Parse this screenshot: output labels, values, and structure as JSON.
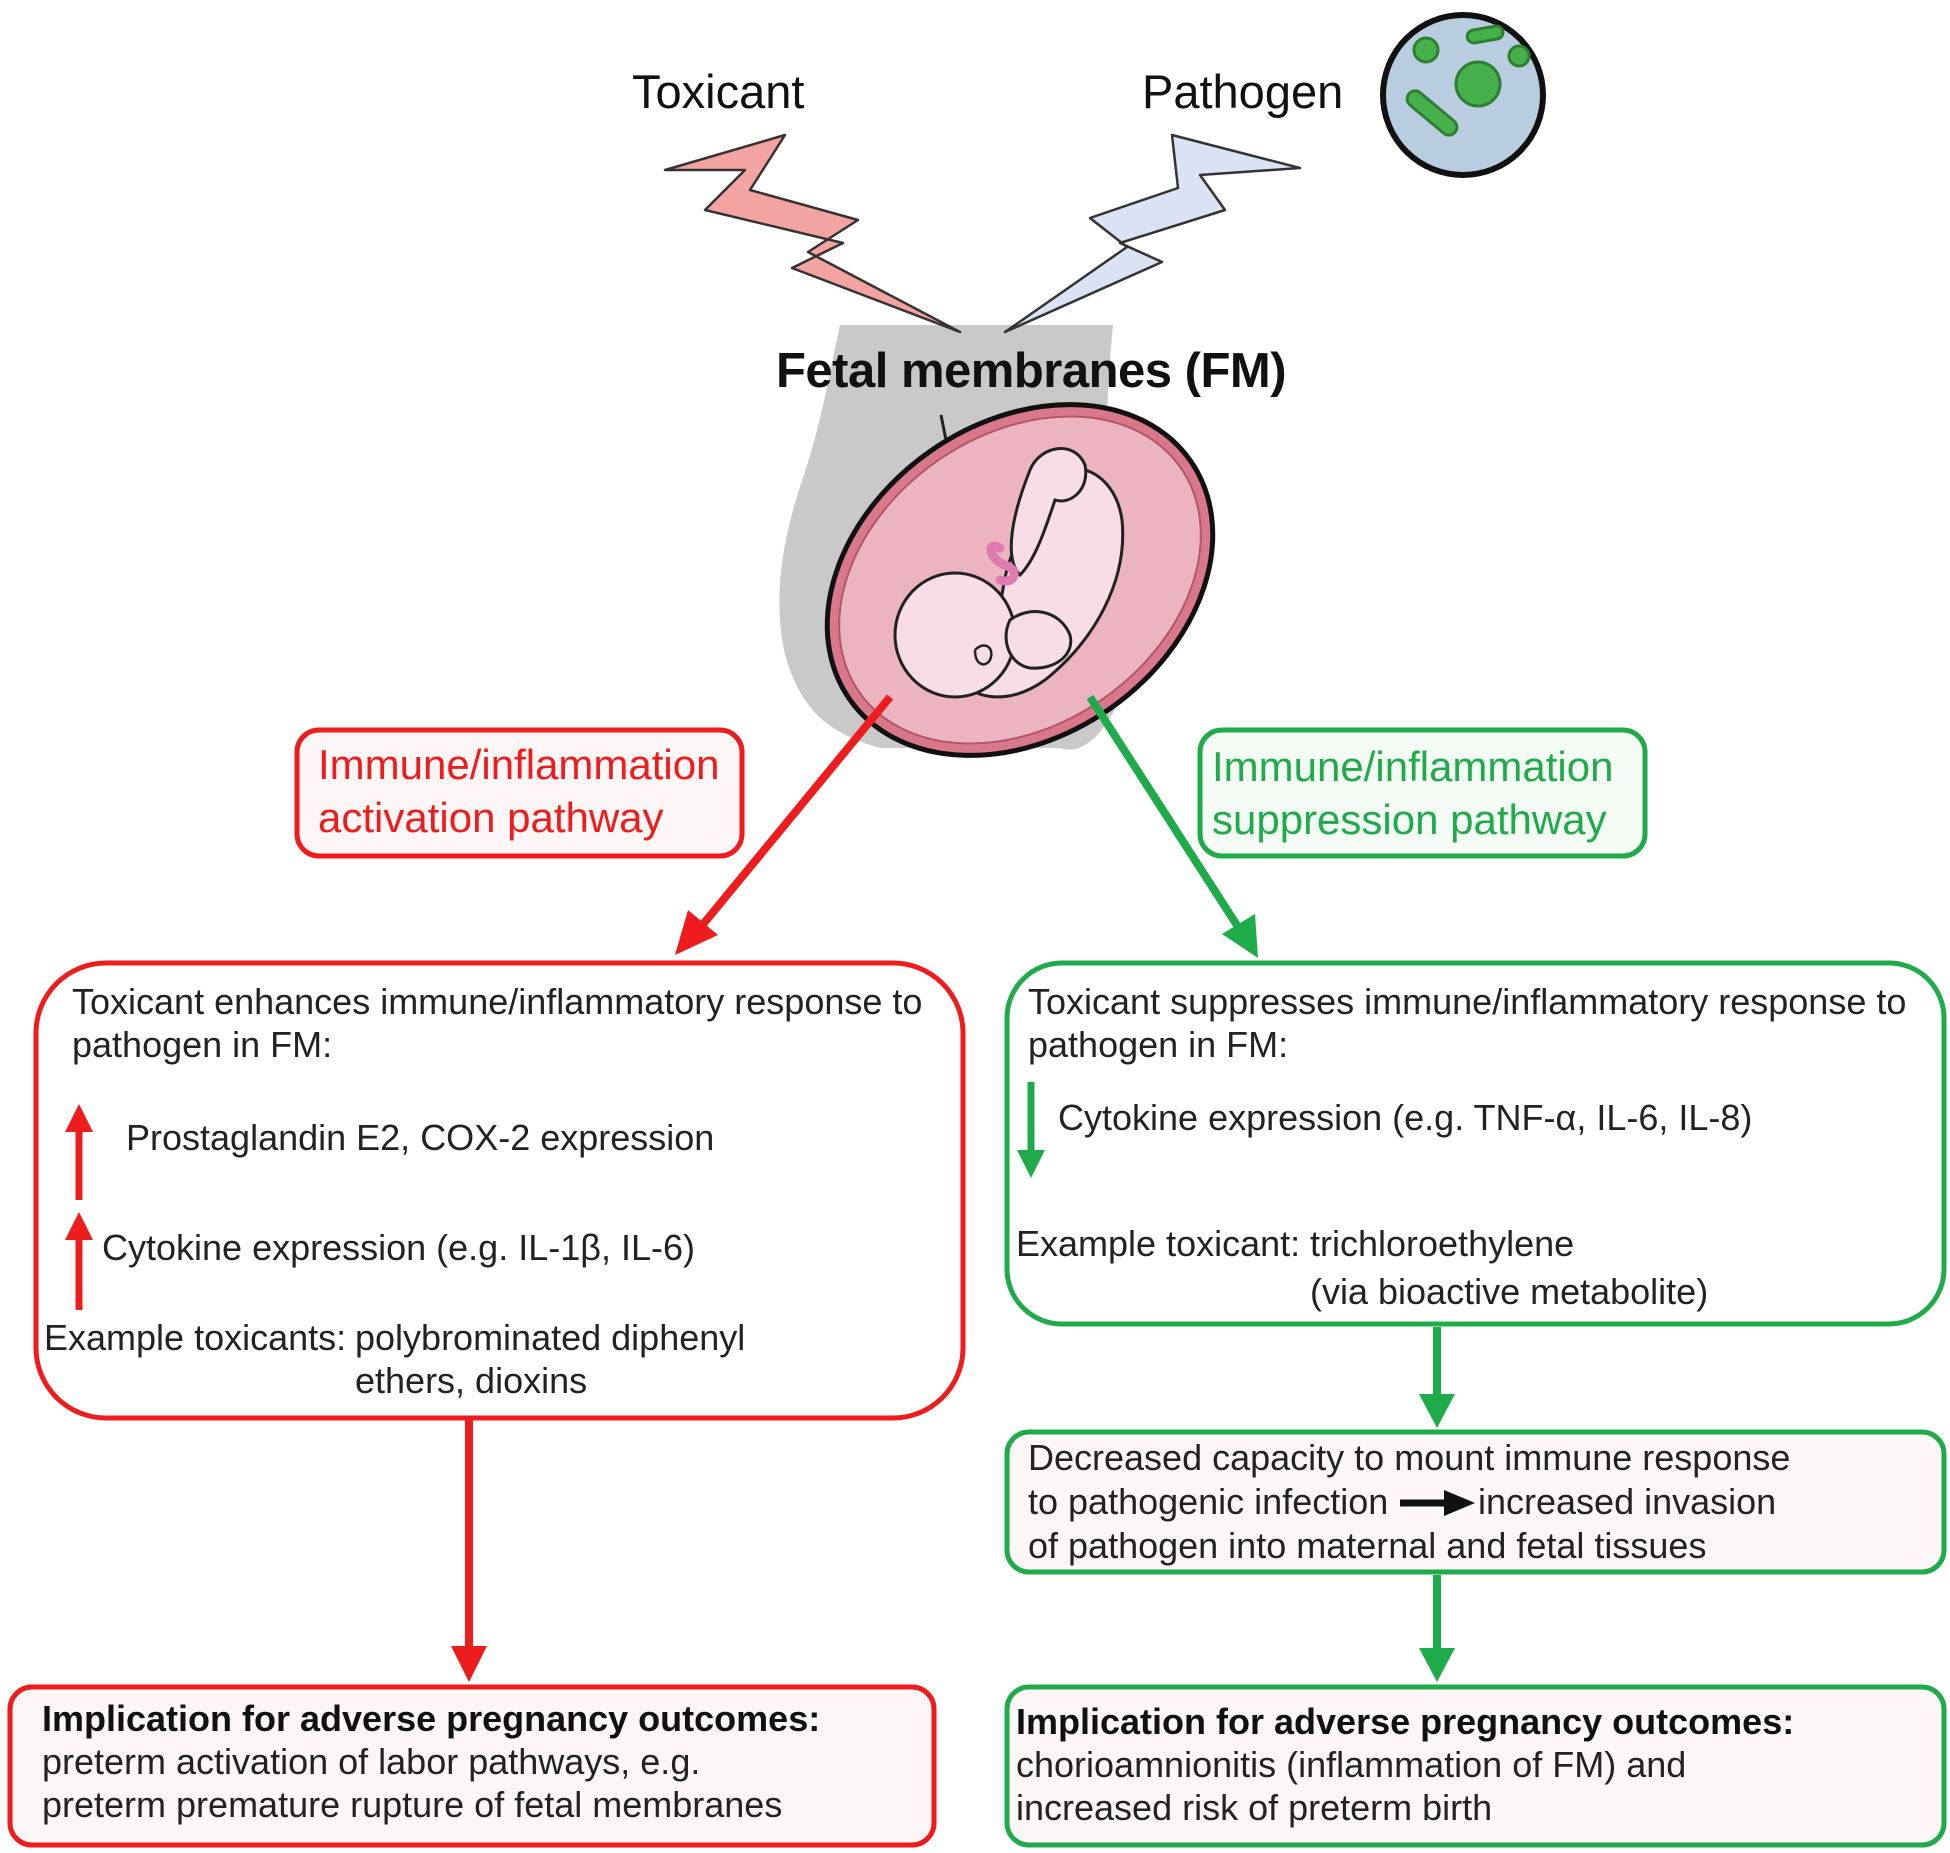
{
  "top": {
    "toxicant_label": "Toxicant",
    "pathogen_label": "Pathogen",
    "fm_title": "Fetal membranes (FM)"
  },
  "icons": {
    "toxicant": "lightning-bolt",
    "pathogen": "lightning-bolt",
    "pathogen_cell": "bacteria-circle",
    "pregnancy": "pregnant-torso-with-fetus"
  },
  "colors": {
    "activation": "#ee1c1c",
    "suppression": "#1fab4a",
    "toxicant_bolt": "#f4a3a3",
    "pathogen_bolt": "#d9e3f3",
    "box_fill": "#fdf6f6",
    "torso": "#c9c9c9",
    "uterus": "#d9788a",
    "fetus": "#f8dde6"
  },
  "left": {
    "pathway_label_1": "Immune/inflammation",
    "pathway_label_2": "activation  pathway",
    "box": {
      "intro_1": "Toxicant enhances immune/inflammatory response to",
      "intro_2": "pathogen in FM:",
      "item_1": "Prostaglandin E2, COX-2 expression",
      "item_2": "Cytokine expression (e.g. IL-1β, IL-6)",
      "example_label": "Example toxicants:",
      "example_1": "polybrominated diphenyl",
      "example_2": "ethers, dioxins"
    },
    "outcome": {
      "heading": "Implication for adverse pregnancy outcomes:",
      "line_1": "preterm activation of labor pathways, e.g.",
      "line_2": "preterm premature rupture of fetal membranes"
    }
  },
  "right": {
    "pathway_label_1": "Immune/inflammation",
    "pathway_label_2": "suppression  pathway",
    "box": {
      "intro_1": "Toxicant suppresses immune/inflammatory response to",
      "intro_2": "pathogen in FM:",
      "item_1": "Cytokine expression (e.g. TNF-α, IL-6, IL-8)",
      "example_label": "Example toxicant:",
      "example_1": "trichloroethylene",
      "example_2": "(via bioactive metabolite)"
    },
    "capacity": {
      "line_1": "Decreased capacity to mount immune response",
      "line_2a": "to pathogenic infection",
      "line_2b": "increased invasion",
      "line_3": "of pathogen into maternal and fetal tissues"
    },
    "outcome": {
      "heading": "Implication for adverse pregnancy outcomes:",
      "line_1": "chorioamnionitis (inflammation of FM) and",
      "line_2": "increased risk of preterm birth"
    }
  }
}
